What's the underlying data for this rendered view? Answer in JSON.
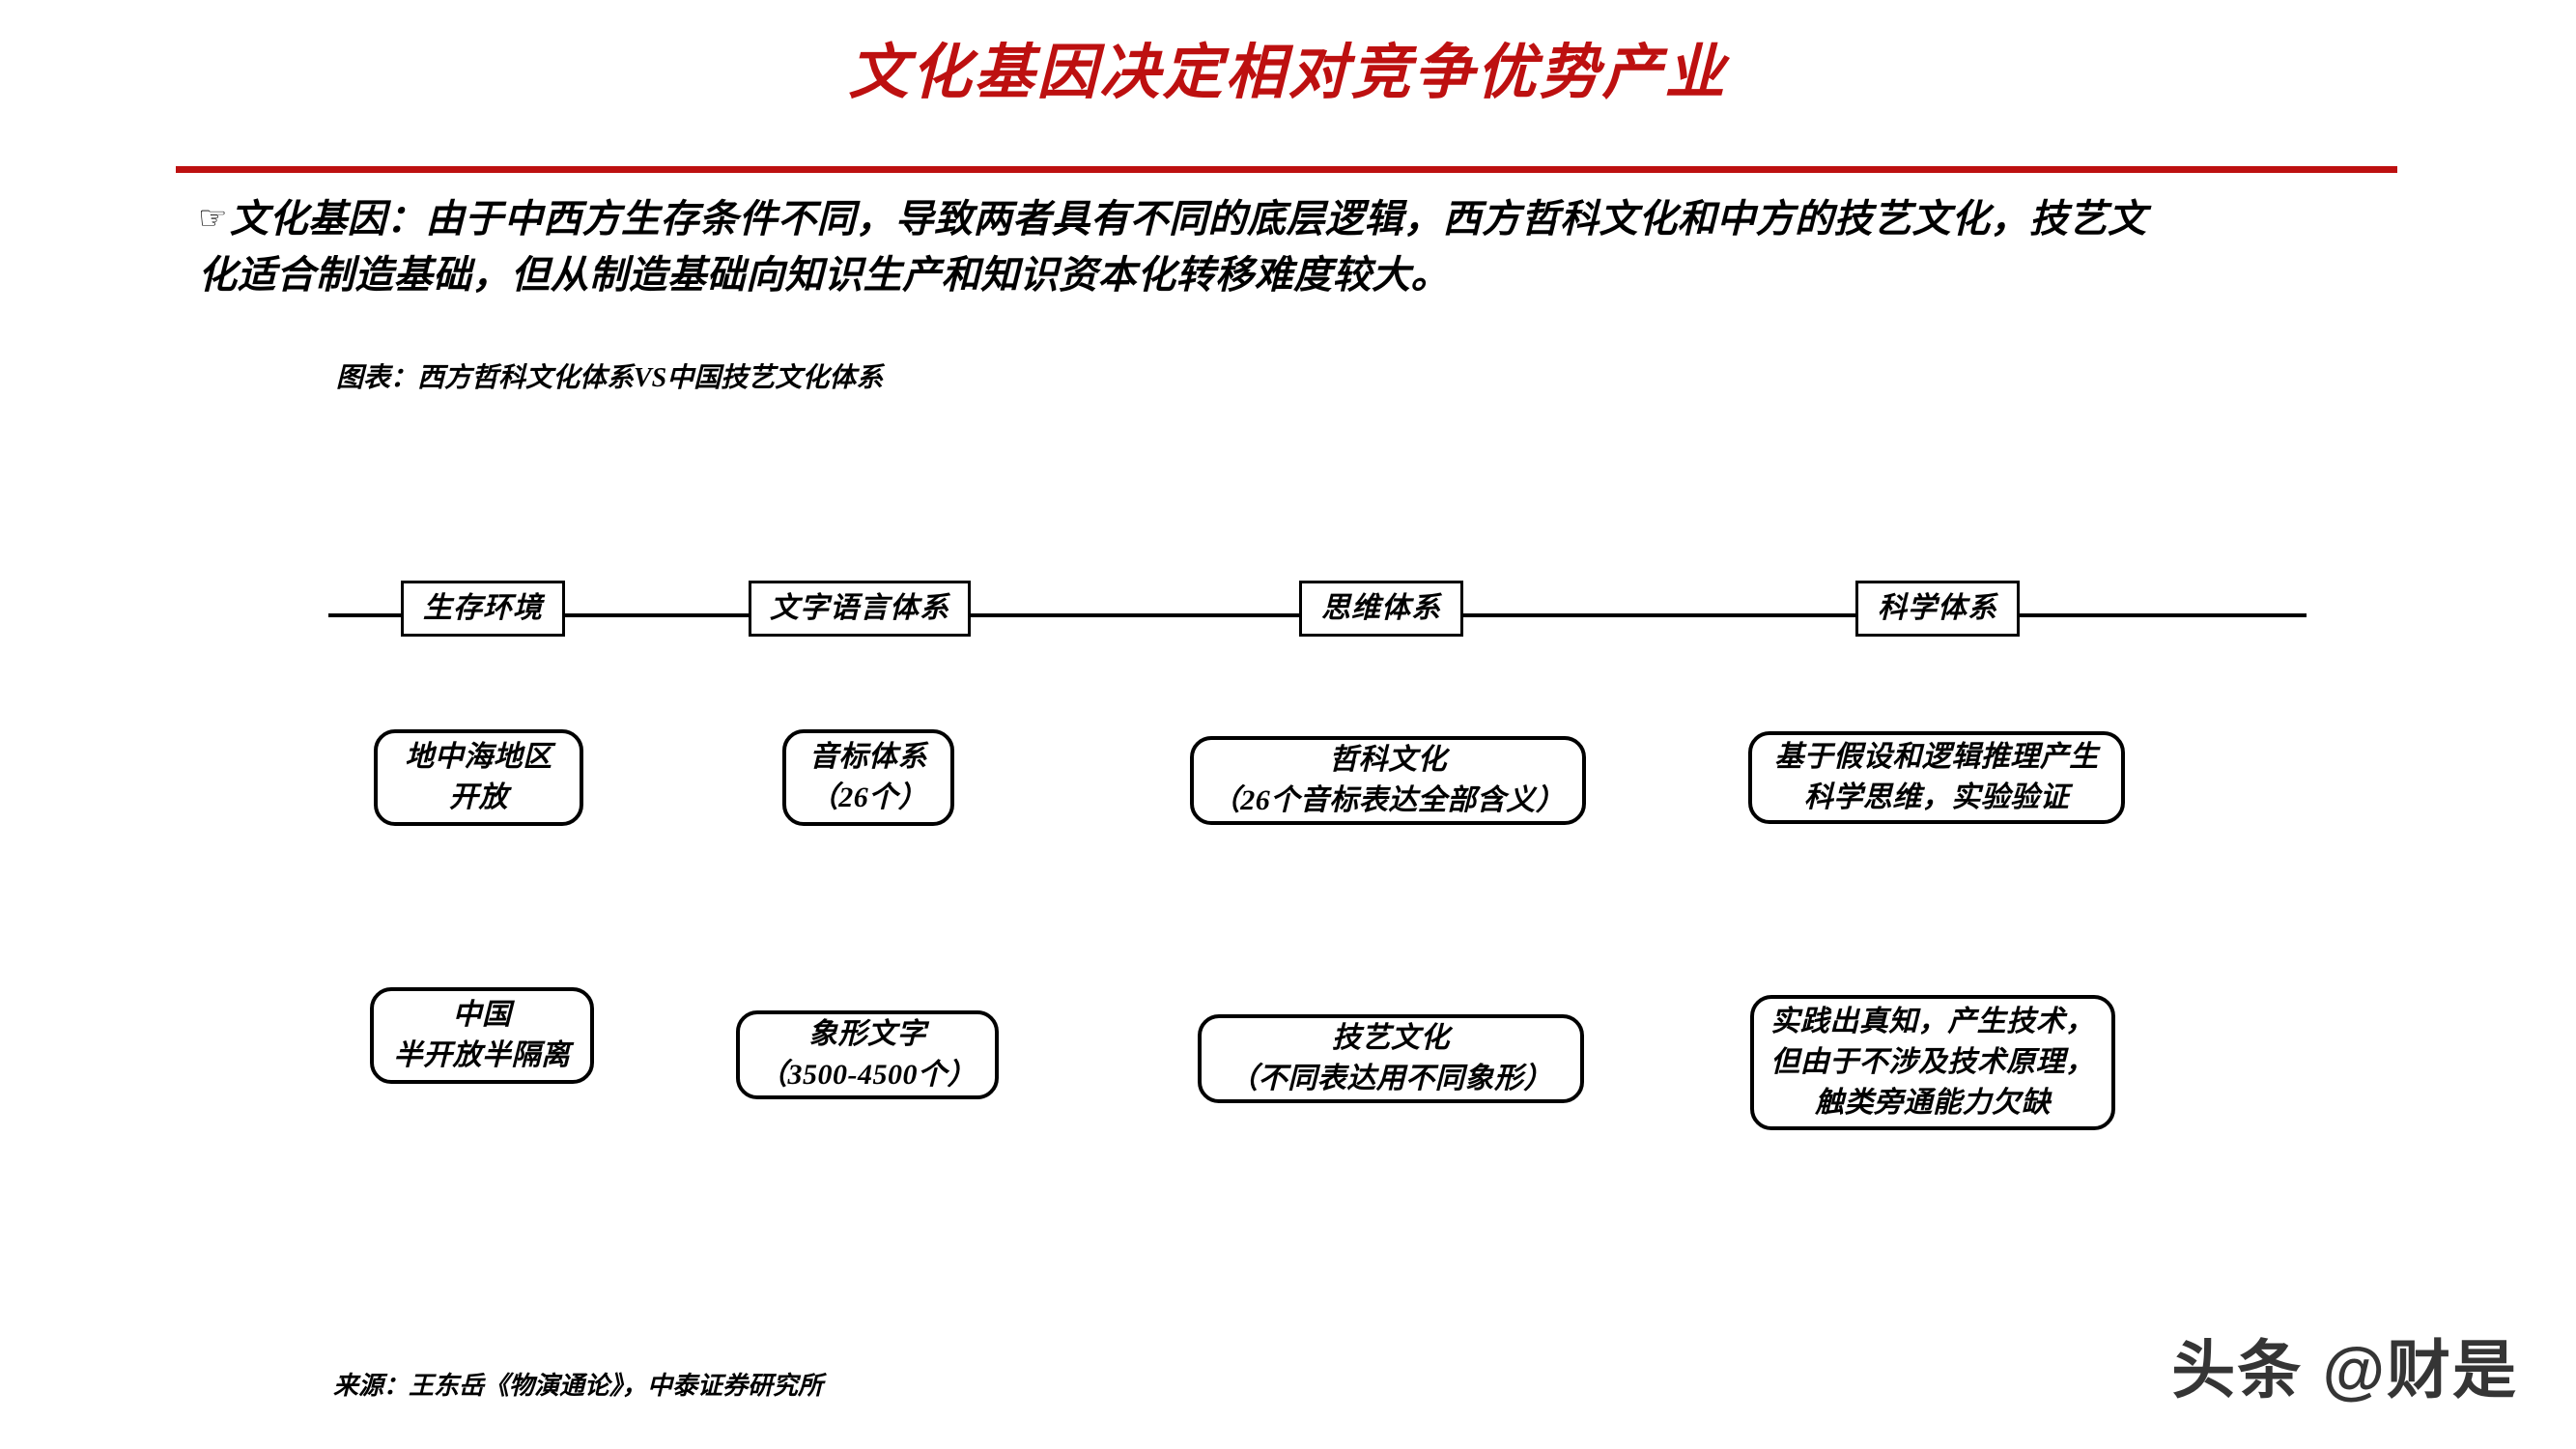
{
  "slide": {
    "title": "文化基因决定相对竞争优势产业",
    "accent_color": "#bd1010",
    "body": {
      "bullet_icon": "pointing-hand-icon",
      "bullet_glyph": "☞",
      "lead_term": "文化基因：",
      "line1_rest": "由于中西方生存条件不同，导致两者具有不同的底层逻辑，西方哲科文化和中方的技艺文化，技艺文",
      "line2": "化适合制造基础，但从制造基础向知识生产和知识资本化转移难度较大。"
    },
    "figure_caption": "图表：西方哲科文化体系VS中国技艺文化体系",
    "source_note": "来源：王东岳《物演通论》，中泰证券研究所",
    "watermark": "头条 @财是"
  },
  "chart_data": {
    "type": "diagram",
    "title": "图表：西方哲科文化体系VS中国技艺文化体系",
    "layout": "4-column comparison flow, header spine with two comparison rows",
    "stage_headers": [
      "生存环境",
      "文字语言体系",
      "思维体系",
      "科学体系"
    ],
    "rows": [
      {
        "name": "西方哲科文化体系",
        "cells": [
          {
            "lines": [
              "地中海地区",
              "开放"
            ]
          },
          {
            "lines": [
              "音标体系",
              "（26个）"
            ]
          },
          {
            "lines": [
              "哲科文化",
              "（26个音标表达全部含义）"
            ]
          },
          {
            "lines": [
              "基于假设和逻辑推理产生",
              "科学思维，实验验证"
            ]
          }
        ]
      },
      {
        "name": "中国技艺文化体系",
        "cells": [
          {
            "lines": [
              "中国",
              "半开放半隔离"
            ]
          },
          {
            "lines": [
              "象形文字",
              "（3500-4500个）"
            ]
          },
          {
            "lines": [
              "技艺文化",
              "（不同表达用不同象形）"
            ]
          },
          {
            "lines": [
              "实践出真知，产生技术，",
              "但由于不涉及技术原理，",
              "触类旁通能力欠缺"
            ]
          }
        ]
      }
    ]
  }
}
